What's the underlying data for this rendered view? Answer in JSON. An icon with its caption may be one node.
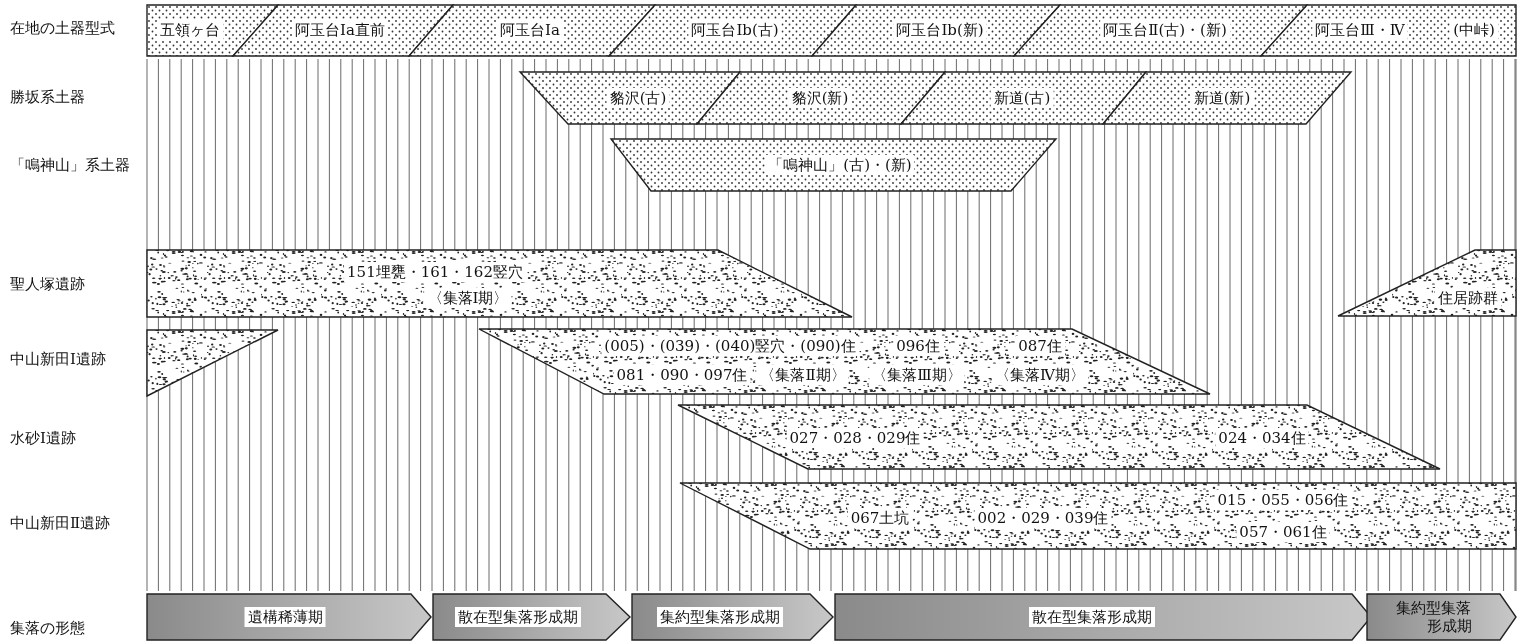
{
  "diagram": {
    "nodes": [
      {
        "text": [
          "五領ヶ台"
        ]
      },
      {
        "text": [
          "阿玉台Ⅰa直前"
        ]
      },
      {
        "text": [
          "阿玉台Ⅰa"
        ]
      },
      {
        "text": [
          "阿玉台Ⅰb(古)"
        ]
      },
      {
        "text": [
          "阿玉台Ⅰb(新)"
        ]
      },
      {
        "text": [
          "阿玉台Ⅱ(古)・(新)"
        ]
      },
      {
        "text": [
          "阿玉台Ⅲ・Ⅳ",
          "(中峠)"
        ]
      },
      {
        "text": [
          "貉沢(古)"
        ]
      },
      {
        "text": [
          "貉沢(新)"
        ]
      },
      {
        "text": [
          "新道(古)"
        ]
      },
      {
        "text": [
          "新道(新)"
        ]
      },
      {
        "text": [
          "「鳴神山」(古)・(新)"
        ]
      },
      {
        "text": [
          "151埋甕・161・162竪穴",
          "〈集落Ⅰ期〉"
        ]
      },
      {
        "text": [
          "住居跡群"
        ]
      },
      {
        "text": [],
        "shape": "triangle"
      },
      {
        "text": [
          "(005)・(039)・(040)竪穴・(090)住",
          "096住",
          "087住",
          "081・090・097住",
          "〈集落Ⅱ期〉",
          "〈集落Ⅲ期〉",
          "〈集落Ⅳ期〉"
        ]
      },
      {
        "text": [
          "027・028・029住",
          "024・034住"
        ]
      },
      {
        "text": [
          "067土坑",
          "002・029・039住",
          "015・055・056住",
          "057・061住"
        ]
      },
      {
        "text": [
          "遺構稀薄期"
        ]
      },
      {
        "text": [
          "散在型集落形成期"
        ]
      },
      {
        "text": [
          "集約型集落形成期"
        ]
      },
      {
        "text": [
          "散在型集落形成期"
        ]
      },
      {
        "text": [
          "集約型集落形成期"
        ]
      }
    ],
    "labels": [
      "在地の土器型式",
      "勝坂系土器",
      "「鳴神山」系土器",
      "聖人塚遺跡",
      "中山新田Ⅰ遺跡",
      "水砂Ⅰ遺跡",
      "中山新田Ⅱ遺跡",
      "集落の形態"
    ]
  }
}
